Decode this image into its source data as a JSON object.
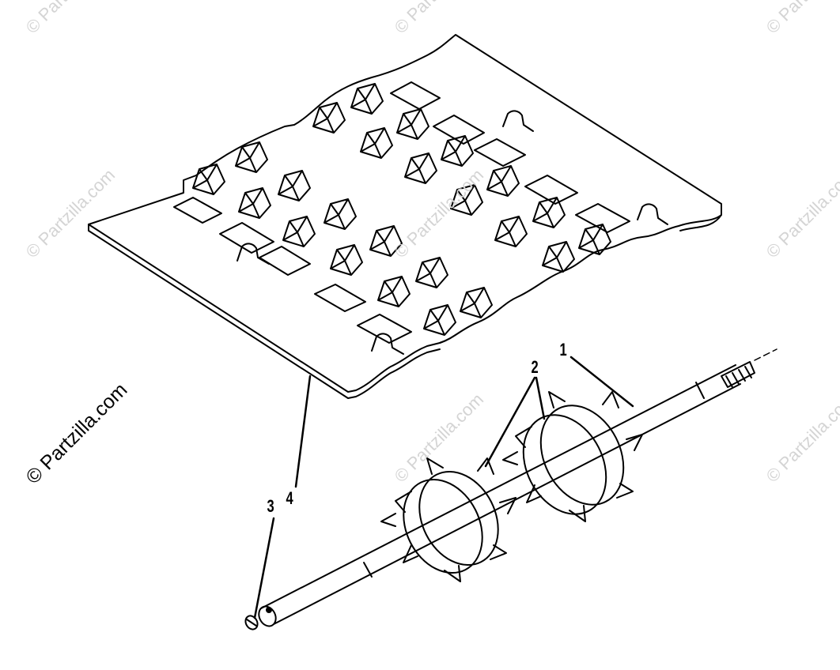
{
  "watermark": {
    "main": "© Partzilla.com",
    "faint": "© Partzilla.com"
  },
  "callouts": [
    {
      "id": "1",
      "label": "1"
    },
    {
      "id": "2",
      "label": "2"
    },
    {
      "id": "3",
      "label": "3"
    },
    {
      "id": "4",
      "label": "4"
    }
  ],
  "colors": {
    "line": "#000000",
    "background": "#ffffff",
    "watermark_faint": "#d4d4d4"
  }
}
